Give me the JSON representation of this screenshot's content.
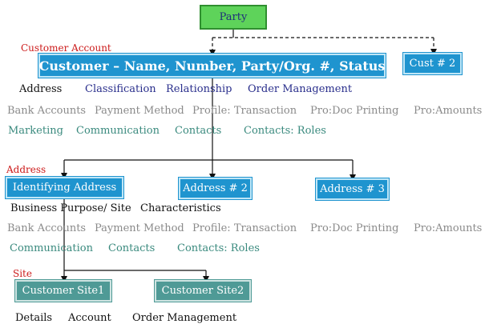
{
  "nodes": {
    "party": "Party",
    "customer": "Customer – Name, Number, Party/Org. #, Status",
    "cust2": "Cust # 2",
    "address1": "Identifying Address",
    "address2": "Address # 2",
    "address3": "Address # 3",
    "site1": "Customer Site1",
    "site2": "Customer Site2"
  },
  "sections": {
    "customer_account": "Customer Account",
    "address": "Address",
    "site": "Site"
  },
  "customer_attributes": {
    "row1": [
      "Address",
      "Classification",
      "Relationship",
      "Order Management"
    ],
    "row2": [
      "Bank Accounts",
      "Payment Method",
      "Profile: Transaction",
      "Pro:Doc Printing",
      "Pro:Amounts"
    ],
    "row3": [
      "Marketing",
      "Communication",
      "Contacts",
      "Contacts: Roles"
    ]
  },
  "address_attributes": {
    "row1": [
      "Business Purpose/ Site",
      "Characteristics"
    ],
    "row2": [
      "Bank Accounts",
      "Payment Method",
      "Profile: Transaction",
      "Pro:Doc Printing",
      "Pro:Amounts"
    ],
    "row3": [
      "Communication",
      "Contacts",
      "Contacts: Roles"
    ]
  },
  "site_attributes": {
    "row1": [
      "Details",
      "Account",
      "Order Management"
    ]
  },
  "colors": {
    "party_fill": "#5ed35a",
    "account_fill": "#1f94cf",
    "site_fill": "#4f9a96",
    "section_label": "#cc1a1a"
  }
}
